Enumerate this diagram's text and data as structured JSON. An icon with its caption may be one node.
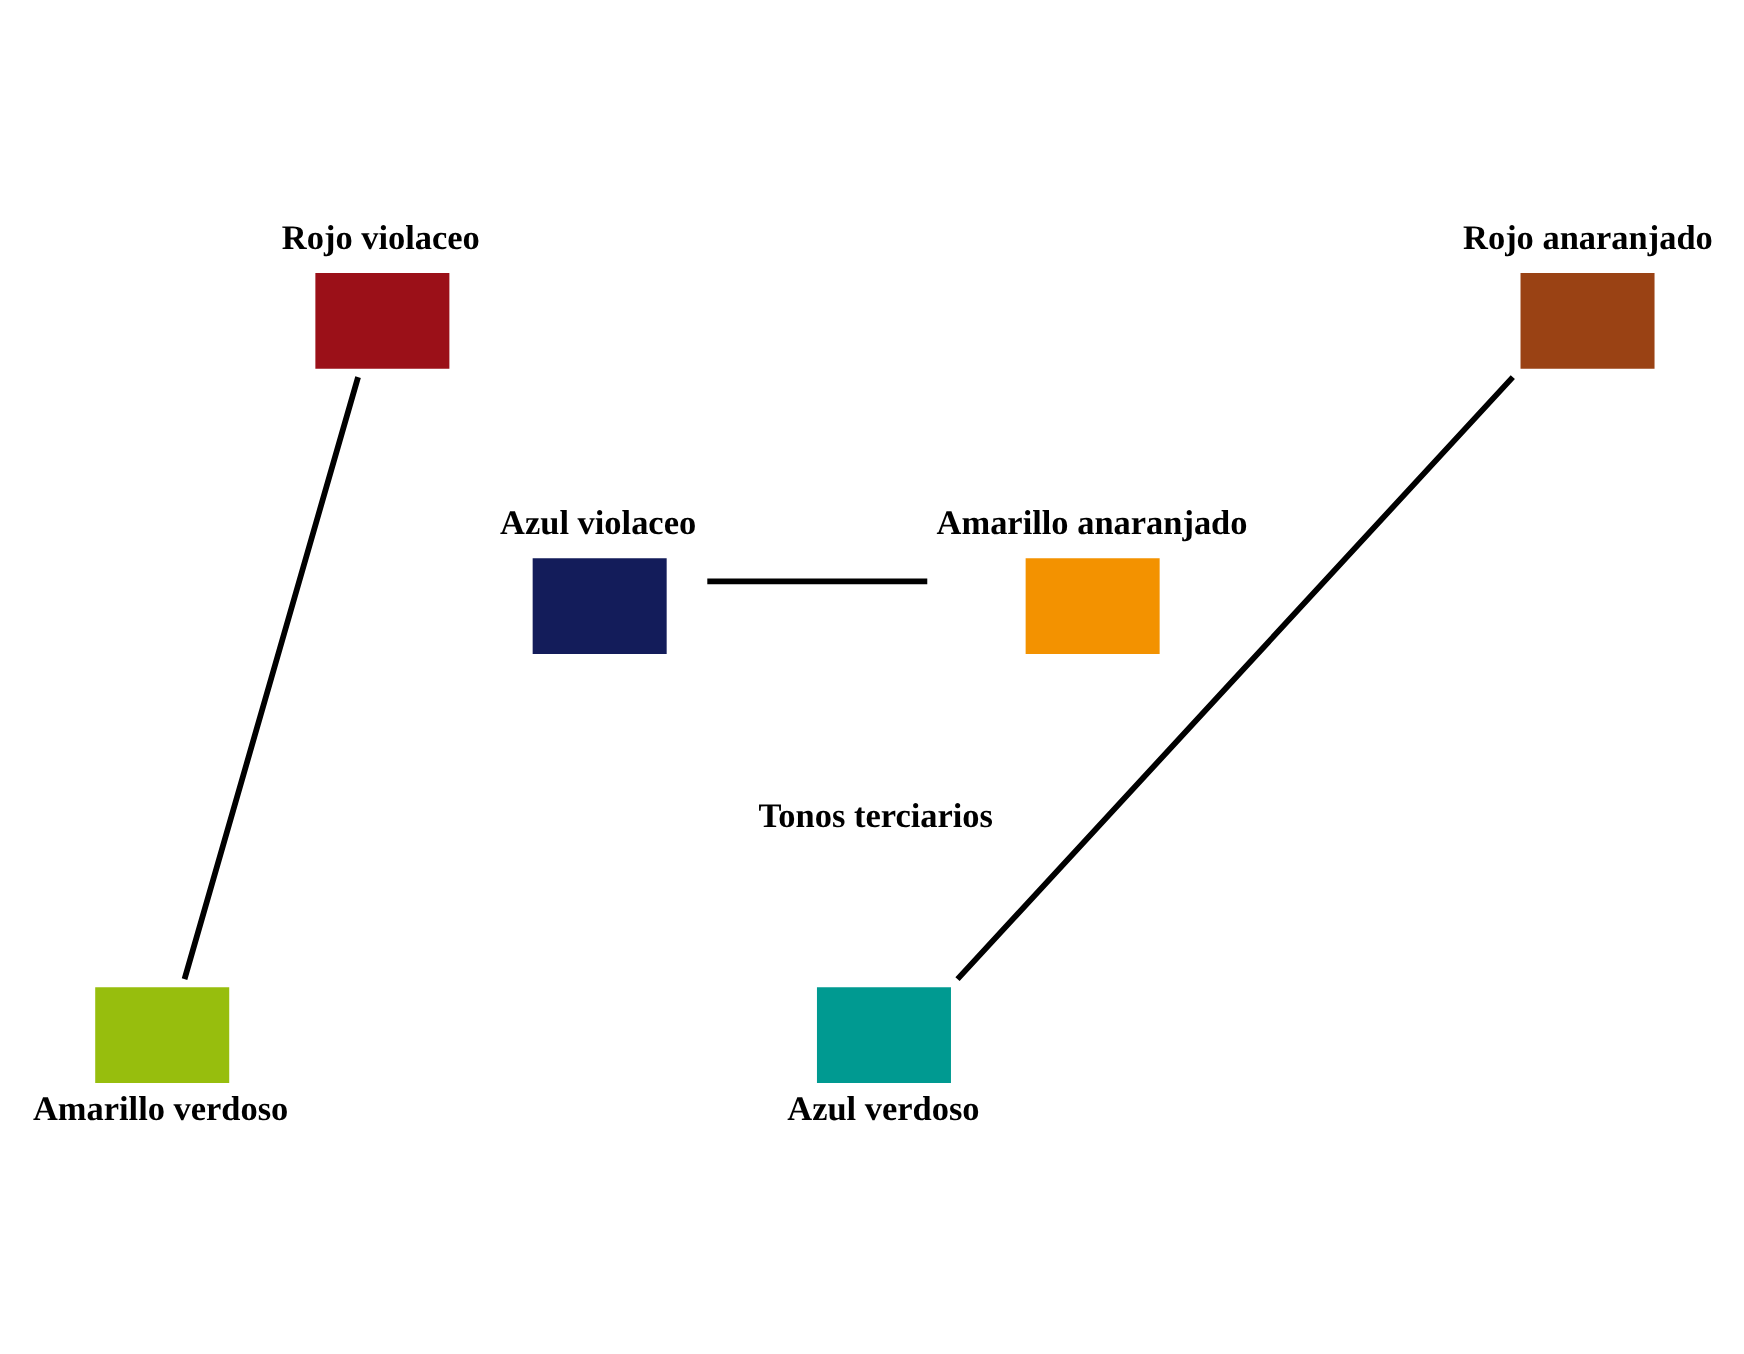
{
  "diagram": {
    "nodes": [
      {
        "text": [
          "Rojo violaceo"
        ]
      },
      {
        "text": [
          "Rojo anaranjado"
        ]
      },
      {
        "text": [
          "Azul violaceo"
        ]
      },
      {
        "text": [
          "Amarillo anaranjado"
        ]
      },
      {
        "text": [
          "Azul verdoso"
        ]
      },
      {
        "text": [
          "Amarillo verdoso"
        ]
      }
    ],
    "edges": [
      {
        "from": 0,
        "to": 5,
        "arrow": "none"
      },
      {
        "from": 1,
        "to": 4,
        "arrow": "none"
      },
      {
        "from": 2,
        "to": 3,
        "arrow": "none"
      }
    ],
    "labels": [
      "Tonos terciarios"
    ]
  }
}
